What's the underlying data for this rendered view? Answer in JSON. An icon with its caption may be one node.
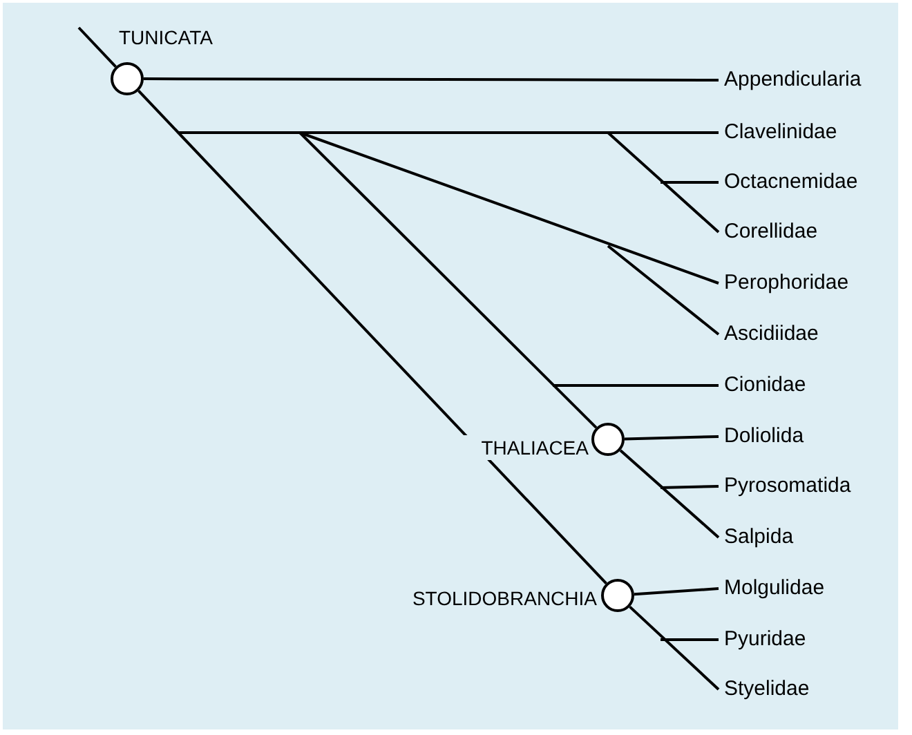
{
  "diagram": {
    "nodes": [
      {
        "text": [],
        "shape": "circle",
        "beside": [
          "TUNICATA"
        ]
      },
      {
        "text": [
          "Appendicularia"
        ]
      },
      {
        "text": [
          "Clavelinidae"
        ]
      },
      {
        "text": [
          "Octacnemidae"
        ]
      },
      {
        "text": [
          "Corellidae"
        ]
      },
      {
        "text": [
          "Perophoridae"
        ]
      },
      {
        "text": [
          "Ascidiidae"
        ]
      },
      {
        "text": [
          "Cionidae"
        ]
      },
      {
        "text": [],
        "shape": "circle",
        "beside": [
          "THALIACEA"
        ]
      },
      {
        "text": [
          "Doliolida"
        ]
      },
      {
        "text": [
          "Pyrosomatida"
        ]
      },
      {
        "text": [
          "Salpida"
        ]
      },
      {
        "text": [],
        "shape": "circle",
        "beside": [
          "STOLIDOBRANCHIA"
        ]
      },
      {
        "text": [
          "Molgulidae"
        ]
      },
      {
        "text": [
          "Pyuridae"
        ]
      },
      {
        "text": [
          "Styelidae"
        ]
      }
    ],
    "edges": [
      {
        "from": null,
        "to": 0,
        "arrow": "none"
      },
      {
        "from": 0,
        "to": 1,
        "arrow": "none"
      },
      {
        "from": null,
        "to": 2,
        "arrow": "none"
      },
      {
        "from": null,
        "to": 3,
        "arrow": "none"
      },
      {
        "from": null,
        "to": 4,
        "arrow": "none"
      },
      {
        "from": null,
        "to": 5,
        "arrow": "none"
      },
      {
        "from": null,
        "to": 6,
        "arrow": "none"
      },
      {
        "from": null,
        "to": 7,
        "arrow": "none"
      },
      {
        "from": null,
        "to": 8,
        "arrow": "none"
      },
      {
        "from": 8,
        "to": 9,
        "arrow": "none"
      },
      {
        "from": null,
        "to": 10,
        "arrow": "none"
      },
      {
        "from": 8,
        "to": 11,
        "arrow": "none"
      },
      {
        "from": 0,
        "to": 12,
        "arrow": "none"
      },
      {
        "from": 12,
        "to": 13,
        "arrow": "none"
      },
      {
        "from": null,
        "to": 14,
        "arrow": "none"
      },
      {
        "from": 12,
        "to": 15,
        "arrow": "none"
      }
    ]
  }
}
